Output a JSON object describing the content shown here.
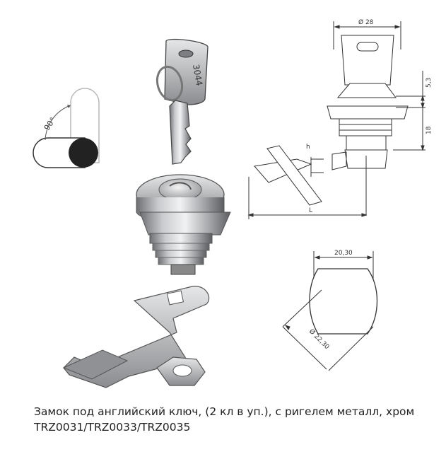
{
  "rotation": {
    "angle_label": "90°"
  },
  "key": {
    "engraving": "3044"
  },
  "drawing_side": {
    "diameter_label": "Ø 28",
    "dim_top": "5,3",
    "dim_body": "18",
    "dim_h": "h",
    "dim_L": "L"
  },
  "drawing_hole": {
    "width_label": "20,30",
    "diameter_label": "Ø 22,30"
  },
  "caption": {
    "line1": "Замок под английский ключ, (2 кл в уп.), с ригелем металл, хром",
    "line2": "TRZ0031/TRZ0033/TRZ0035"
  }
}
